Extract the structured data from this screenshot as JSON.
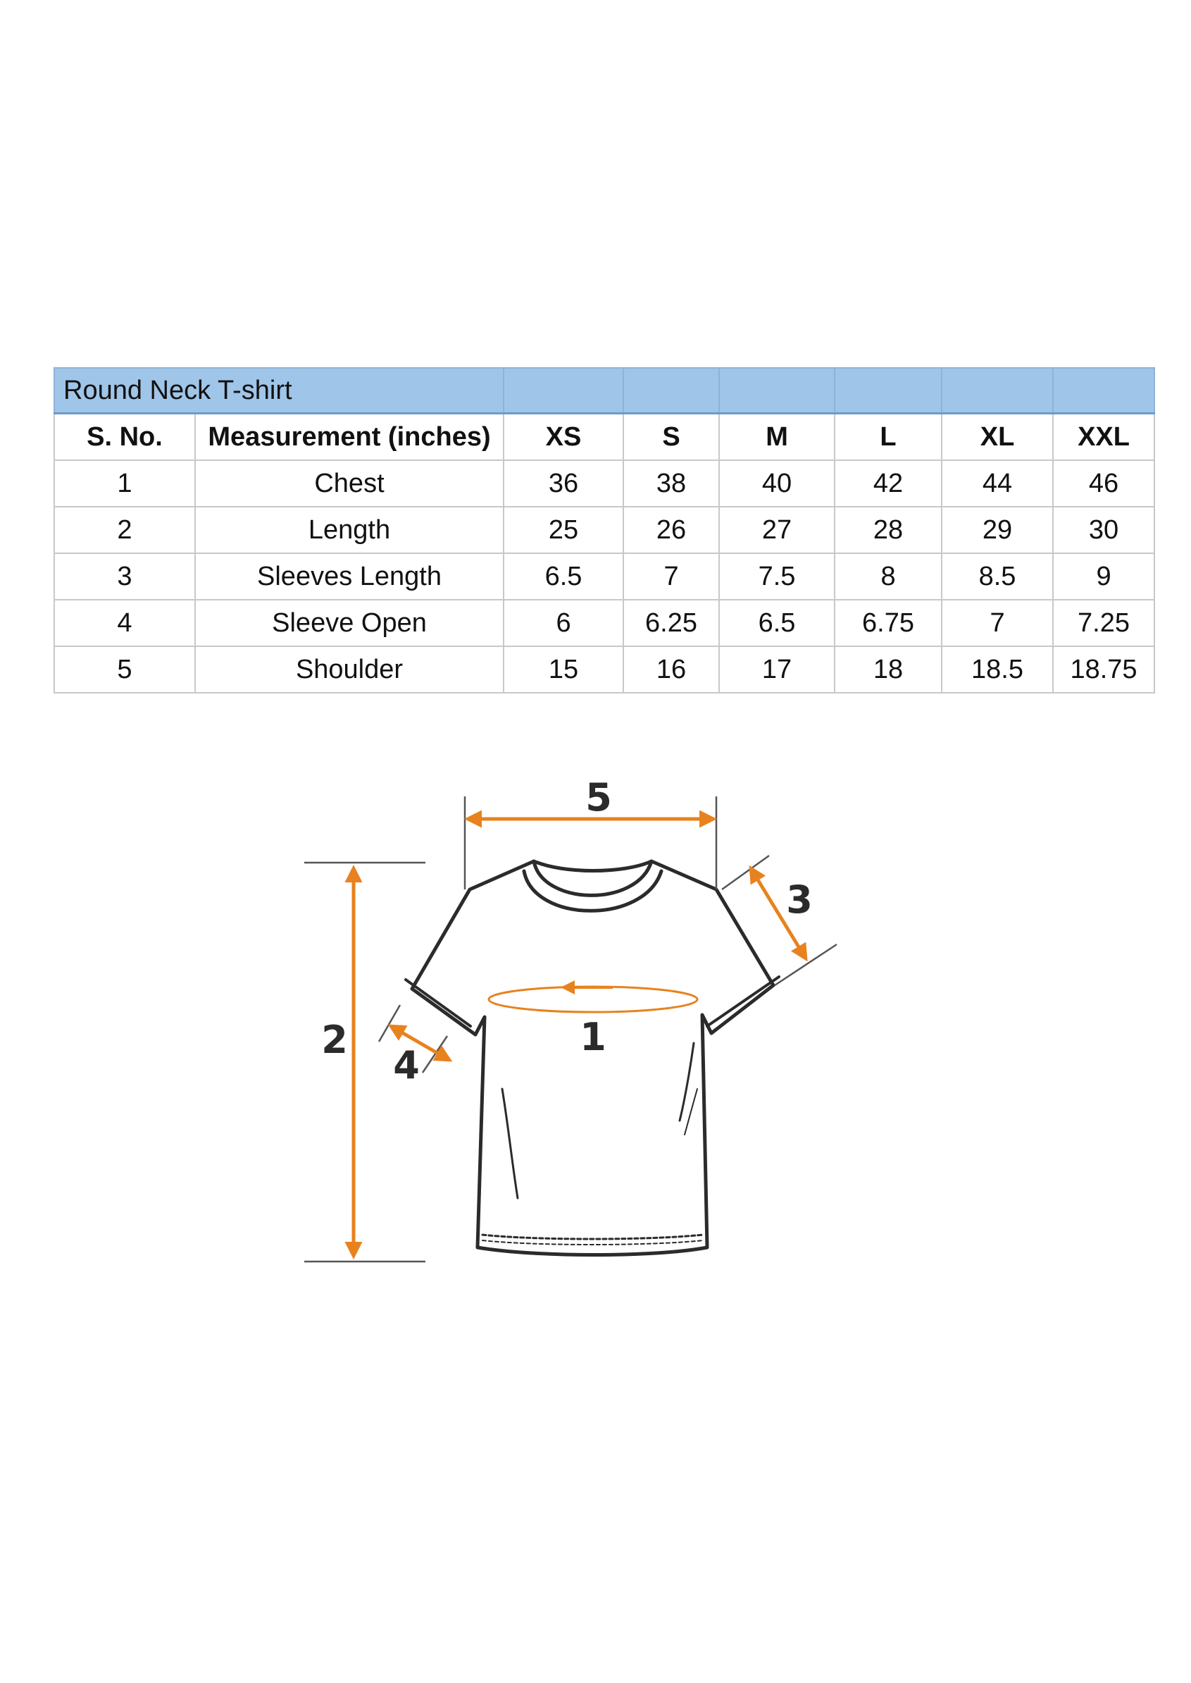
{
  "table": {
    "title": "Round Neck T-shirt",
    "header": [
      "S. No.",
      "Measurement (inches)",
      "XS",
      "S",
      "M",
      "L",
      "XL",
      "XXL"
    ],
    "rows": [
      [
        "1",
        "Chest",
        "36",
        "38",
        "40",
        "42",
        "44",
        "46"
      ],
      [
        "2",
        "Length",
        "25",
        "26",
        "27",
        "28",
        "29",
        "30"
      ],
      [
        "3",
        "Sleeves Length",
        "6.5",
        "7",
        "7.5",
        "8",
        "8.5",
        "9"
      ],
      [
        "4",
        "Sleeve Open",
        "6",
        "6.25",
        "6.5",
        "6.75",
        "7",
        "7.25"
      ],
      [
        "5",
        "Shoulder",
        "15",
        "16",
        "17",
        "18",
        "18.5",
        "18.75"
      ]
    ]
  },
  "diagram": {
    "labels": {
      "chest": "1",
      "length": "2",
      "sleeve_length": "3",
      "sleeve_open": "4",
      "shoulder": "5"
    },
    "colors": {
      "arrow": "#e8821e",
      "outline": "#2b2b2b",
      "title_fill": "#9fc5e8",
      "grid": "#c8c8c8"
    },
    "icons": [
      "t-shirt-icon"
    ]
  }
}
